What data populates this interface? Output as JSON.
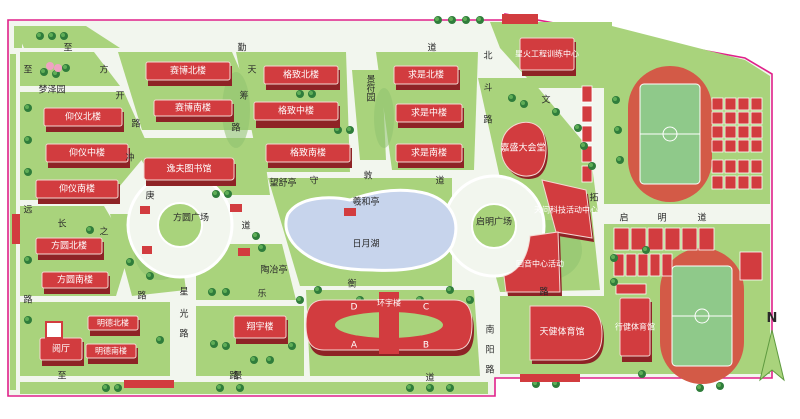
{
  "colors": {
    "grass": "#a9d37c",
    "grass_dark": "#7fb65a",
    "road": "#f2f6ee",
    "building": "#d23c3f",
    "building_shadow": "#8e2326",
    "roof_edge": "#f4d7d2",
    "water": "#c7d4ec",
    "track": "#d35a47",
    "field": "#8fc98a",
    "boundary": "#e0218a",
    "tree": "#2f7d3b",
    "blossom": "#f0a3c2"
  },
  "buildings": {
    "saibo_north": "赛博北楼",
    "saibo_south": "赛博南楼",
    "gezhi_north": "格致北楼",
    "gezhi_middle": "格致中楼",
    "gezhi_south": "格致南楼",
    "qiushi_north": "求是北楼",
    "qiushi_middle": "求是中楼",
    "qiushi_south": "求是南楼",
    "yangyi_north": "仰仪北楼",
    "yangyi_middle": "仰仪中楼",
    "yangyi_south": "仰仪南楼",
    "yifu_library": "逸夫图书馆",
    "fangyuan_north": "方圆北楼",
    "fangyuan_south": "方圆南楼",
    "mingde_north": "明德北楼",
    "mingde_south": "明德南楼",
    "yueting": "阅厅",
    "xiangyu": "翔宇楼",
    "huanyu": "环宇楼",
    "jiasheng_hall": "嘉盛大会堂",
    "tianwen_center": "天问科技活动中心",
    "huiyuan_center": "回音中心活动",
    "tianjian_gym": "天健体育馆",
    "xingjian_gym": "行健体育馆",
    "xinghuo_center": "星火工程训练中心"
  },
  "huanyu_wings": [
    "D",
    "C",
    "A",
    "B"
  ],
  "places": {
    "mengze_garden": "梦泽园",
    "jingfu_garden": "景符园",
    "fangyuan_plaza": "方圆广场",
    "qiming_plaza": "启明广场",
    "riyue_lake": "日月湖",
    "wangshu_pavilion": "望舒亭",
    "xihe_pavilion": "羲和亭",
    "taoye_pavilion": "陶冶亭"
  },
  "roads": {
    "zhiqin": [
      "至",
      "勤",
      "道"
    ],
    "fangkai": [
      "方",
      "开",
      "路"
    ],
    "tianchou": [
      "天",
      "筹",
      "路"
    ],
    "beidou": [
      "北",
      "斗",
      "路"
    ],
    "zhiyuan": [
      "至",
      "远",
      "路"
    ],
    "chongqing": [
      "冲"
    ],
    "shoudun": [
      "守",
      "敦",
      "道"
    ],
    "changzhi": [
      "长",
      "之",
      "路"
    ],
    "gengdao": [
      "庚",
      "道"
    ],
    "xingguang": [
      "星",
      "光",
      "路"
    ],
    "lehe": [
      "乐",
      "路"
    ],
    "heng": [
      "衡"
    ],
    "nanyang": [
      "南",
      "阳",
      "路"
    ],
    "qiming_road": [
      "启",
      "明",
      "道"
    ],
    "kuo": [
      "拓"
    ],
    "wen": [
      "文"
    ],
    "zhi_south": [
      "至"
    ],
    "jing": [
      "景"
    ],
    "dao_south": [
      "道"
    ],
    "lu_e": [
      "路"
    ]
  },
  "compass": "N"
}
